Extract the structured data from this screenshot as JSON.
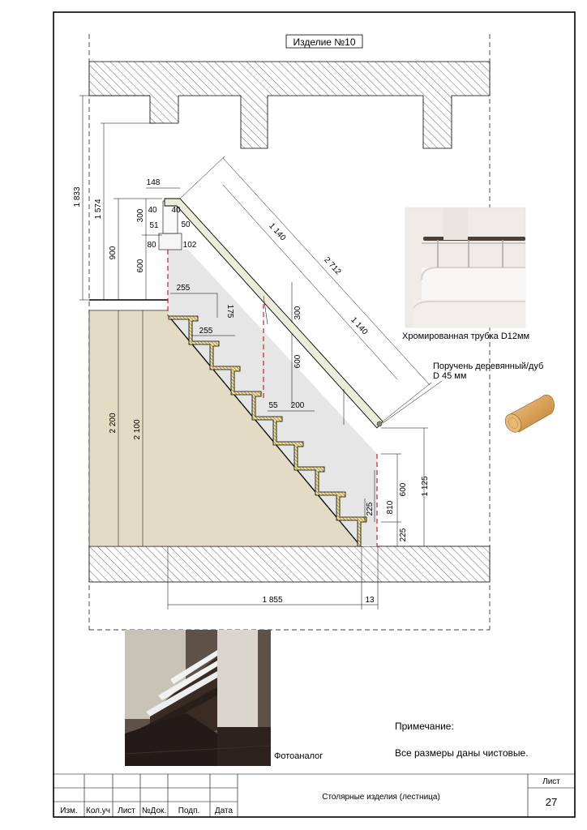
{
  "title": "Изделие №10",
  "labels": {
    "tube": "Хромированная трубка D12мм",
    "rail_line1": "Поручень деревянный/дуб",
    "rail_line2": "D 45 мм",
    "photo_caption": "Фотоаналог",
    "note_title": "Примечание:",
    "note_text": "Все размеры даны чистовые."
  },
  "dimensions": {
    "d1833": "1 833",
    "d1574": "1 574",
    "d900": "900",
    "d600a": "600",
    "d300a": "300",
    "d148": "148",
    "d40a": "40",
    "d40b": "40",
    "d51": "51",
    "d50": "50",
    "d80": "80",
    "d102": "102",
    "d255a": "255",
    "d175": "175",
    "d255b": "255",
    "d2200": "2 200",
    "d2100": "2 100",
    "d1140a": "1 140",
    "d2712": "2 712",
    "d300b": "300",
    "d1140b": "1 140",
    "d600b": "600",
    "d55": "55",
    "d200": "200",
    "d1125": "1 125",
    "d810": "810",
    "d600c": "600",
    "d225a": "225",
    "d225b": "225",
    "d1855": "1 855",
    "d13": "13"
  },
  "title_block": {
    "izm": "Изм.",
    "kol": "Кол.уч",
    "list": "Лист",
    "ndoc": "№Док.",
    "podp": "Подп.",
    "data": "Дата",
    "name": "Столярные изделия (лестница)",
    "sheet_label": "Лист",
    "sheet_number": "27"
  }
}
